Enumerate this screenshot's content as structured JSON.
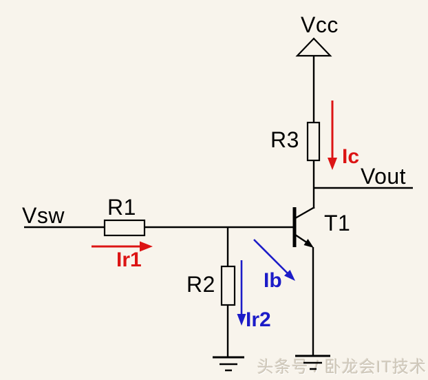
{
  "colors": {
    "bg": "#F8F4EC",
    "wire": "#000000",
    "current_red": "#DC1414",
    "current_blue": "#1C1CC8",
    "watermark": "#CFC8BA"
  },
  "schematic": {
    "type": "npn-transistor-switch-circuit",
    "power_label": "Vcc",
    "input_label": "Vsw",
    "output_label": "Vout",
    "components": {
      "r1": {
        "label": "R1",
        "kind": "resistor",
        "orientation": "horizontal"
      },
      "r2": {
        "label": "R2",
        "kind": "resistor",
        "orientation": "vertical"
      },
      "r3": {
        "label": "R3",
        "kind": "resistor",
        "orientation": "vertical"
      },
      "t1": {
        "label": "T1",
        "kind": "npn-bjt-transistor"
      }
    },
    "currents": {
      "ic": {
        "label": "Ic",
        "color": "red",
        "direction": "down"
      },
      "ir1": {
        "label": "Ir1",
        "color": "red",
        "direction": "right"
      },
      "ib": {
        "label": "Ib",
        "color": "blue",
        "direction": "down-right"
      },
      "ir2": {
        "label": "Ir2",
        "color": "blue",
        "direction": "down"
      }
    }
  },
  "watermark": {
    "text": "头条号 / 卧龙会IT技术"
  }
}
